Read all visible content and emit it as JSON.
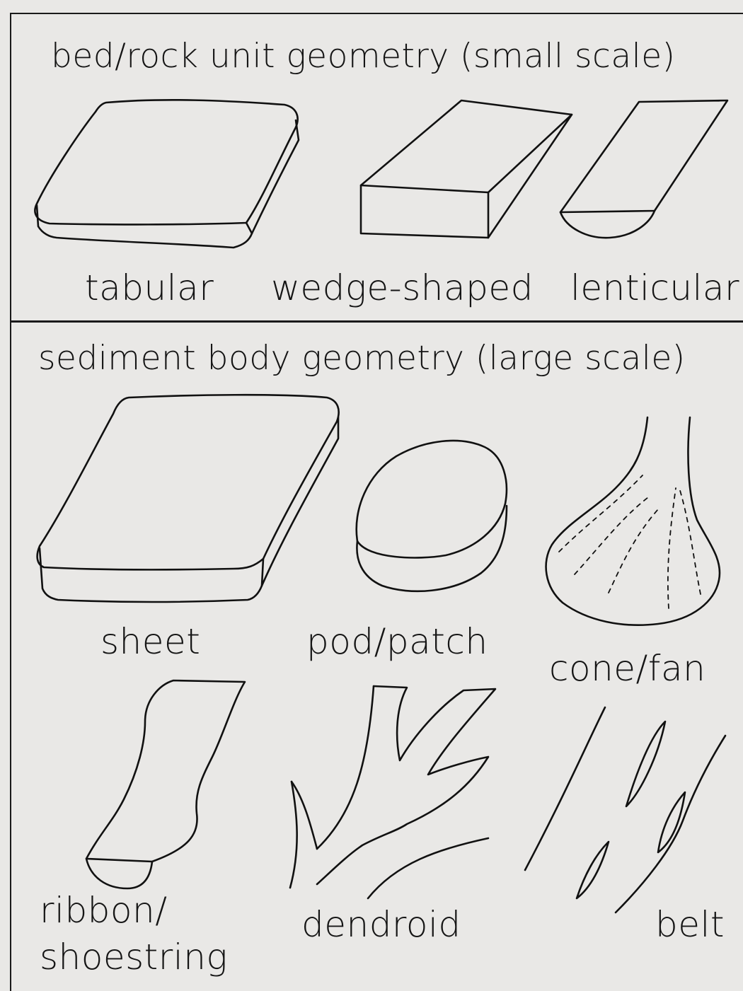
{
  "sections": [
    {
      "heading": "bed/rock unit geometry (small scale)",
      "shapes": [
        "tabular",
        "wedge-shaped",
        "lenticular"
      ]
    },
    {
      "heading": "sediment body geometry (large scale)",
      "shapes": [
        "sheet",
        "pod/patch",
        "cone/fan",
        "ribbon/ shoestring",
        "dendroid",
        "belt"
      ]
    }
  ],
  "labels": {
    "ribbon_line1": "ribbon/",
    "ribbon_line2": "shoestring"
  }
}
